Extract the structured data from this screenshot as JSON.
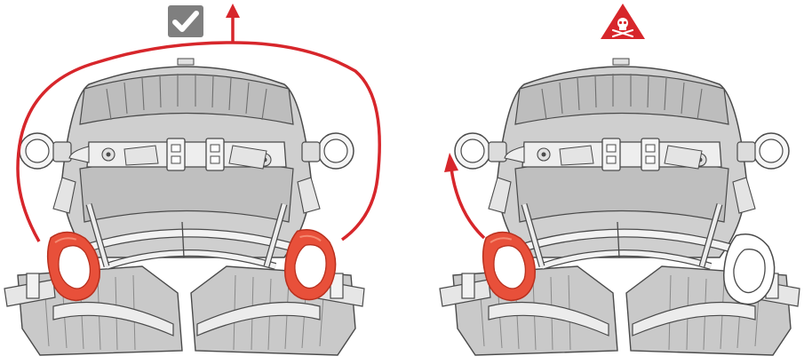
{
  "panels": [
    {
      "id": "correct",
      "verdict": "correct",
      "badge_icon": "checkmark-icon",
      "badge_color": "#7f7f7f"
    },
    {
      "id": "incorrect",
      "verdict": "danger",
      "badge_icon": "skull-crossbones-icon",
      "badge_color": "#d7262b"
    }
  ],
  "colors": {
    "harness_fill": "#d0d0d0",
    "harness_dark": "#b3b3b3",
    "outline": "#4a4a4a",
    "connector_red": "#e8503a",
    "connector_red_light": "#f48a72",
    "arrow_red": "#d7262b"
  }
}
